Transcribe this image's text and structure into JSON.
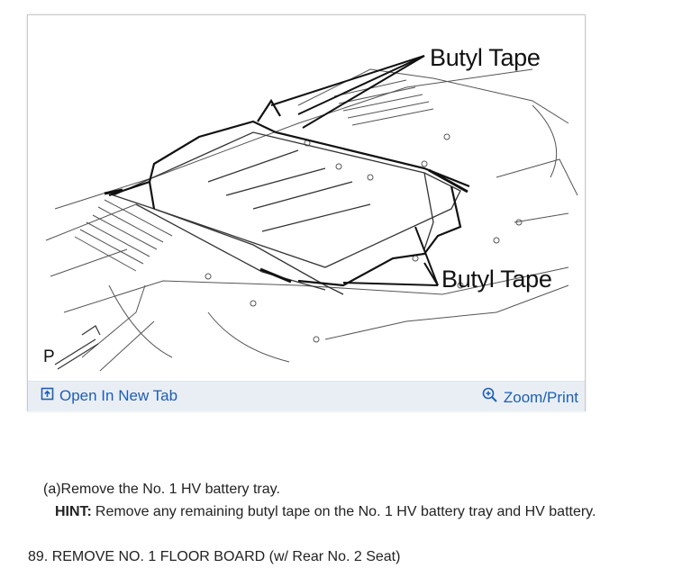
{
  "figure": {
    "callout_top": "Butyl Tape",
    "callout_bottom": "Butyl Tape",
    "part_letter": "P",
    "toolbar": {
      "open_label": "Open In New Tab",
      "open_icon": "open-in-new-tab-icon",
      "zoom_label": "Zoom/Print",
      "zoom_icon": "magnifier-plus-icon",
      "background": "#e9eef5",
      "link_color": "#1d5fb3"
    }
  },
  "content": {
    "step": "(a)Remove the No. 1 HV battery tray.",
    "hint_label": "HINT:",
    "hint_text": "Remove any remaining butyl tape on the No. 1 HV battery tray and HV battery.",
    "next_section": "89. REMOVE NO. 1 FLOOR BOARD (w/ Rear No. 2 Seat)"
  }
}
